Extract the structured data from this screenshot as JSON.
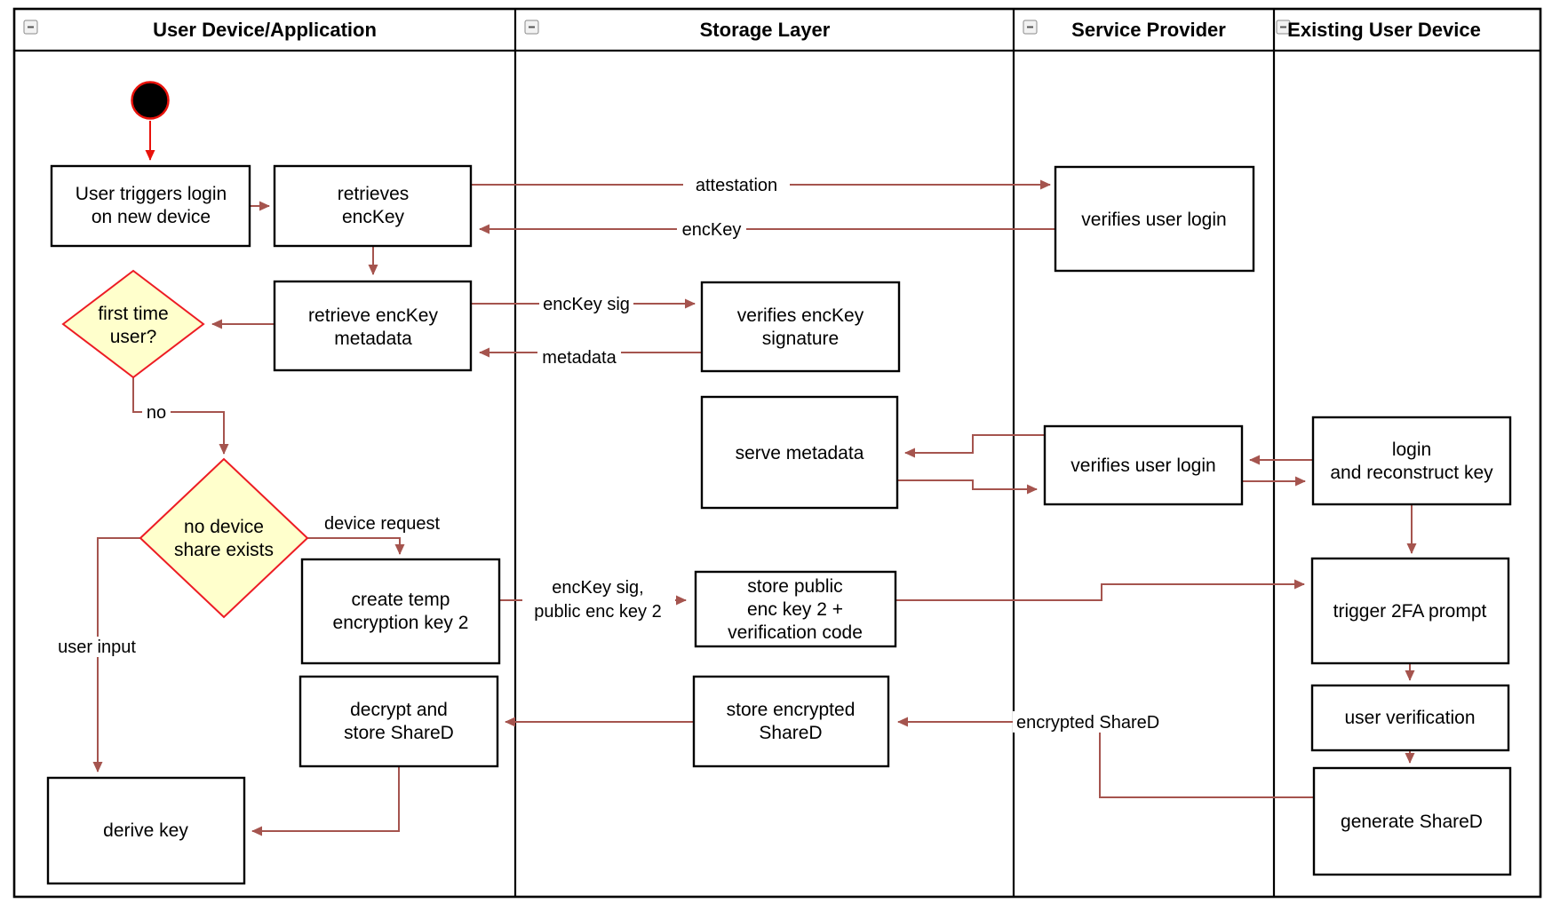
{
  "diagram_type": "uml-activity-swimlane",
  "lanes": [
    {
      "title": "User Device/Application"
    },
    {
      "title": "Storage Layer"
    },
    {
      "title": "Service Provider"
    },
    {
      "title": "Existing User Device"
    }
  ],
  "nodes": {
    "user_triggers": {
      "lines": [
        "User triggers login",
        "on new device"
      ]
    },
    "retrieves_enckey": {
      "lines": [
        "retrieves",
        "encKey"
      ]
    },
    "verifies_login_1": {
      "lines": [
        "verifies user login"
      ]
    },
    "retrieve_metadata": {
      "lines": [
        "retrieve encKey",
        "metadata"
      ]
    },
    "first_time_user": {
      "lines": [
        "first time",
        "user?"
      ]
    },
    "verifies_sig": {
      "lines": [
        "verifies encKey",
        "signature"
      ]
    },
    "serve_metadata": {
      "lines": [
        "serve metadata"
      ]
    },
    "verifies_login_2": {
      "lines": [
        "verifies user login"
      ]
    },
    "login_reconstruct": {
      "lines": [
        "login",
        "and reconstruct key"
      ]
    },
    "no_device_share": {
      "lines": [
        "no device",
        "share exists"
      ]
    },
    "create_temp_key": {
      "lines": [
        "create temp",
        "encryption key 2"
      ]
    },
    "store_public": {
      "lines": [
        "store public",
        "enc key 2 +",
        "verification code"
      ]
    },
    "trigger_2fa": {
      "lines": [
        "trigger 2FA prompt"
      ]
    },
    "user_verification": {
      "lines": [
        "user verification"
      ]
    },
    "generate_shared": {
      "lines": [
        "generate ShareD"
      ]
    },
    "store_encrypted": {
      "lines": [
        "store encrypted",
        "ShareD"
      ]
    },
    "decrypt_store": {
      "lines": [
        "decrypt and",
        "store ShareD"
      ]
    },
    "derive_key": {
      "lines": [
        "derive key"
      ]
    }
  },
  "edge_labels": {
    "attestation": "attestation",
    "enckey": "encKey",
    "enckey_sig": "encKey sig",
    "metadata": "metadata",
    "no": "no",
    "device_request": "device request",
    "user_input": "user input",
    "enckey_sig_pub": [
      "encKey sig,",
      "public enc key 2"
    ],
    "encrypted_shared": "encrypted ShareD"
  },
  "icons": {
    "collapse": "minus-in-square"
  },
  "colors": {
    "connector": "#A5544E",
    "start_accent": "#E8120B",
    "diamond_fill": "#FFFFCC",
    "diamond_stroke": "#ED1C24",
    "node_stroke": "#000000",
    "node_fill": "#FFFFFF",
    "background": "#FFFFFF"
  }
}
